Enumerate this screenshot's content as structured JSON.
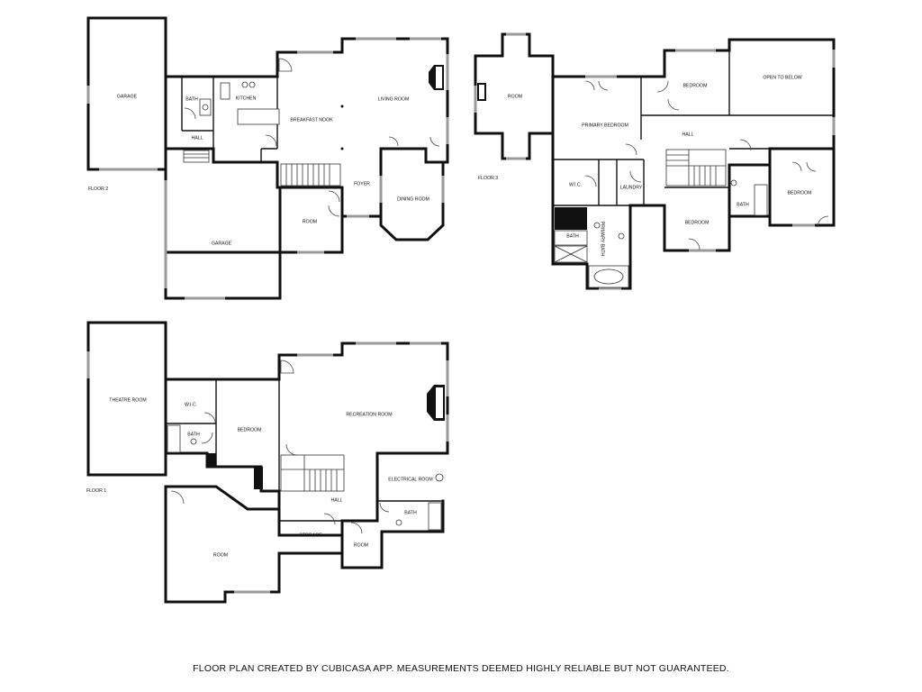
{
  "floors": {
    "floor2": {
      "label": "FLOOR 2",
      "rooms": {
        "garage_upper": "GARAGE",
        "bath": "BATH",
        "kitchen": "KITCHEN",
        "breakfast_nook": "BREAKFAST NOOK",
        "living_room": "LIVING ROOM",
        "hall": "HALL",
        "foyer": "FOYER",
        "dining_room": "DINING ROOM",
        "room": "ROOM",
        "garage_lower": "GARAGE"
      }
    },
    "floor3": {
      "label": "FLOOR 3",
      "rooms": {
        "room": "ROOM",
        "primary_bedroom": "PRIMARY BEDROOM",
        "bedroom_top": "BEDROOM",
        "open_to_below": "OPEN TO BELOW",
        "hall": "HALL",
        "wic": "W.I.C.",
        "laundry": "LAUNDRY",
        "bath_primary": "BATH",
        "primary_bath": "PRIMARY BATH",
        "bedroom_mid": "BEDROOM",
        "bath_right": "BATH",
        "bedroom_right": "BEDROOM"
      }
    },
    "floor1": {
      "label": "FLOOR 1",
      "rooms": {
        "theatre_room": "THEATRE ROOM",
        "wic": "W.I.C.",
        "bath_left": "BATH",
        "bedroom": "BEDROOM",
        "recreation_room": "RECREATION ROOM",
        "electrical_room": "ELECTRICAL ROOM",
        "hall": "HALL",
        "bath_right": "BATH",
        "room_large": "ROOM",
        "storage": "STORAGE",
        "room_small": "ROOM"
      }
    }
  },
  "footer": {
    "disclaimer": "FLOOR PLAN CREATED BY CUBICASA APP. MEASUREMENTS DEEMED HIGHLY RELIABLE BUT NOT GUARANTEED."
  }
}
